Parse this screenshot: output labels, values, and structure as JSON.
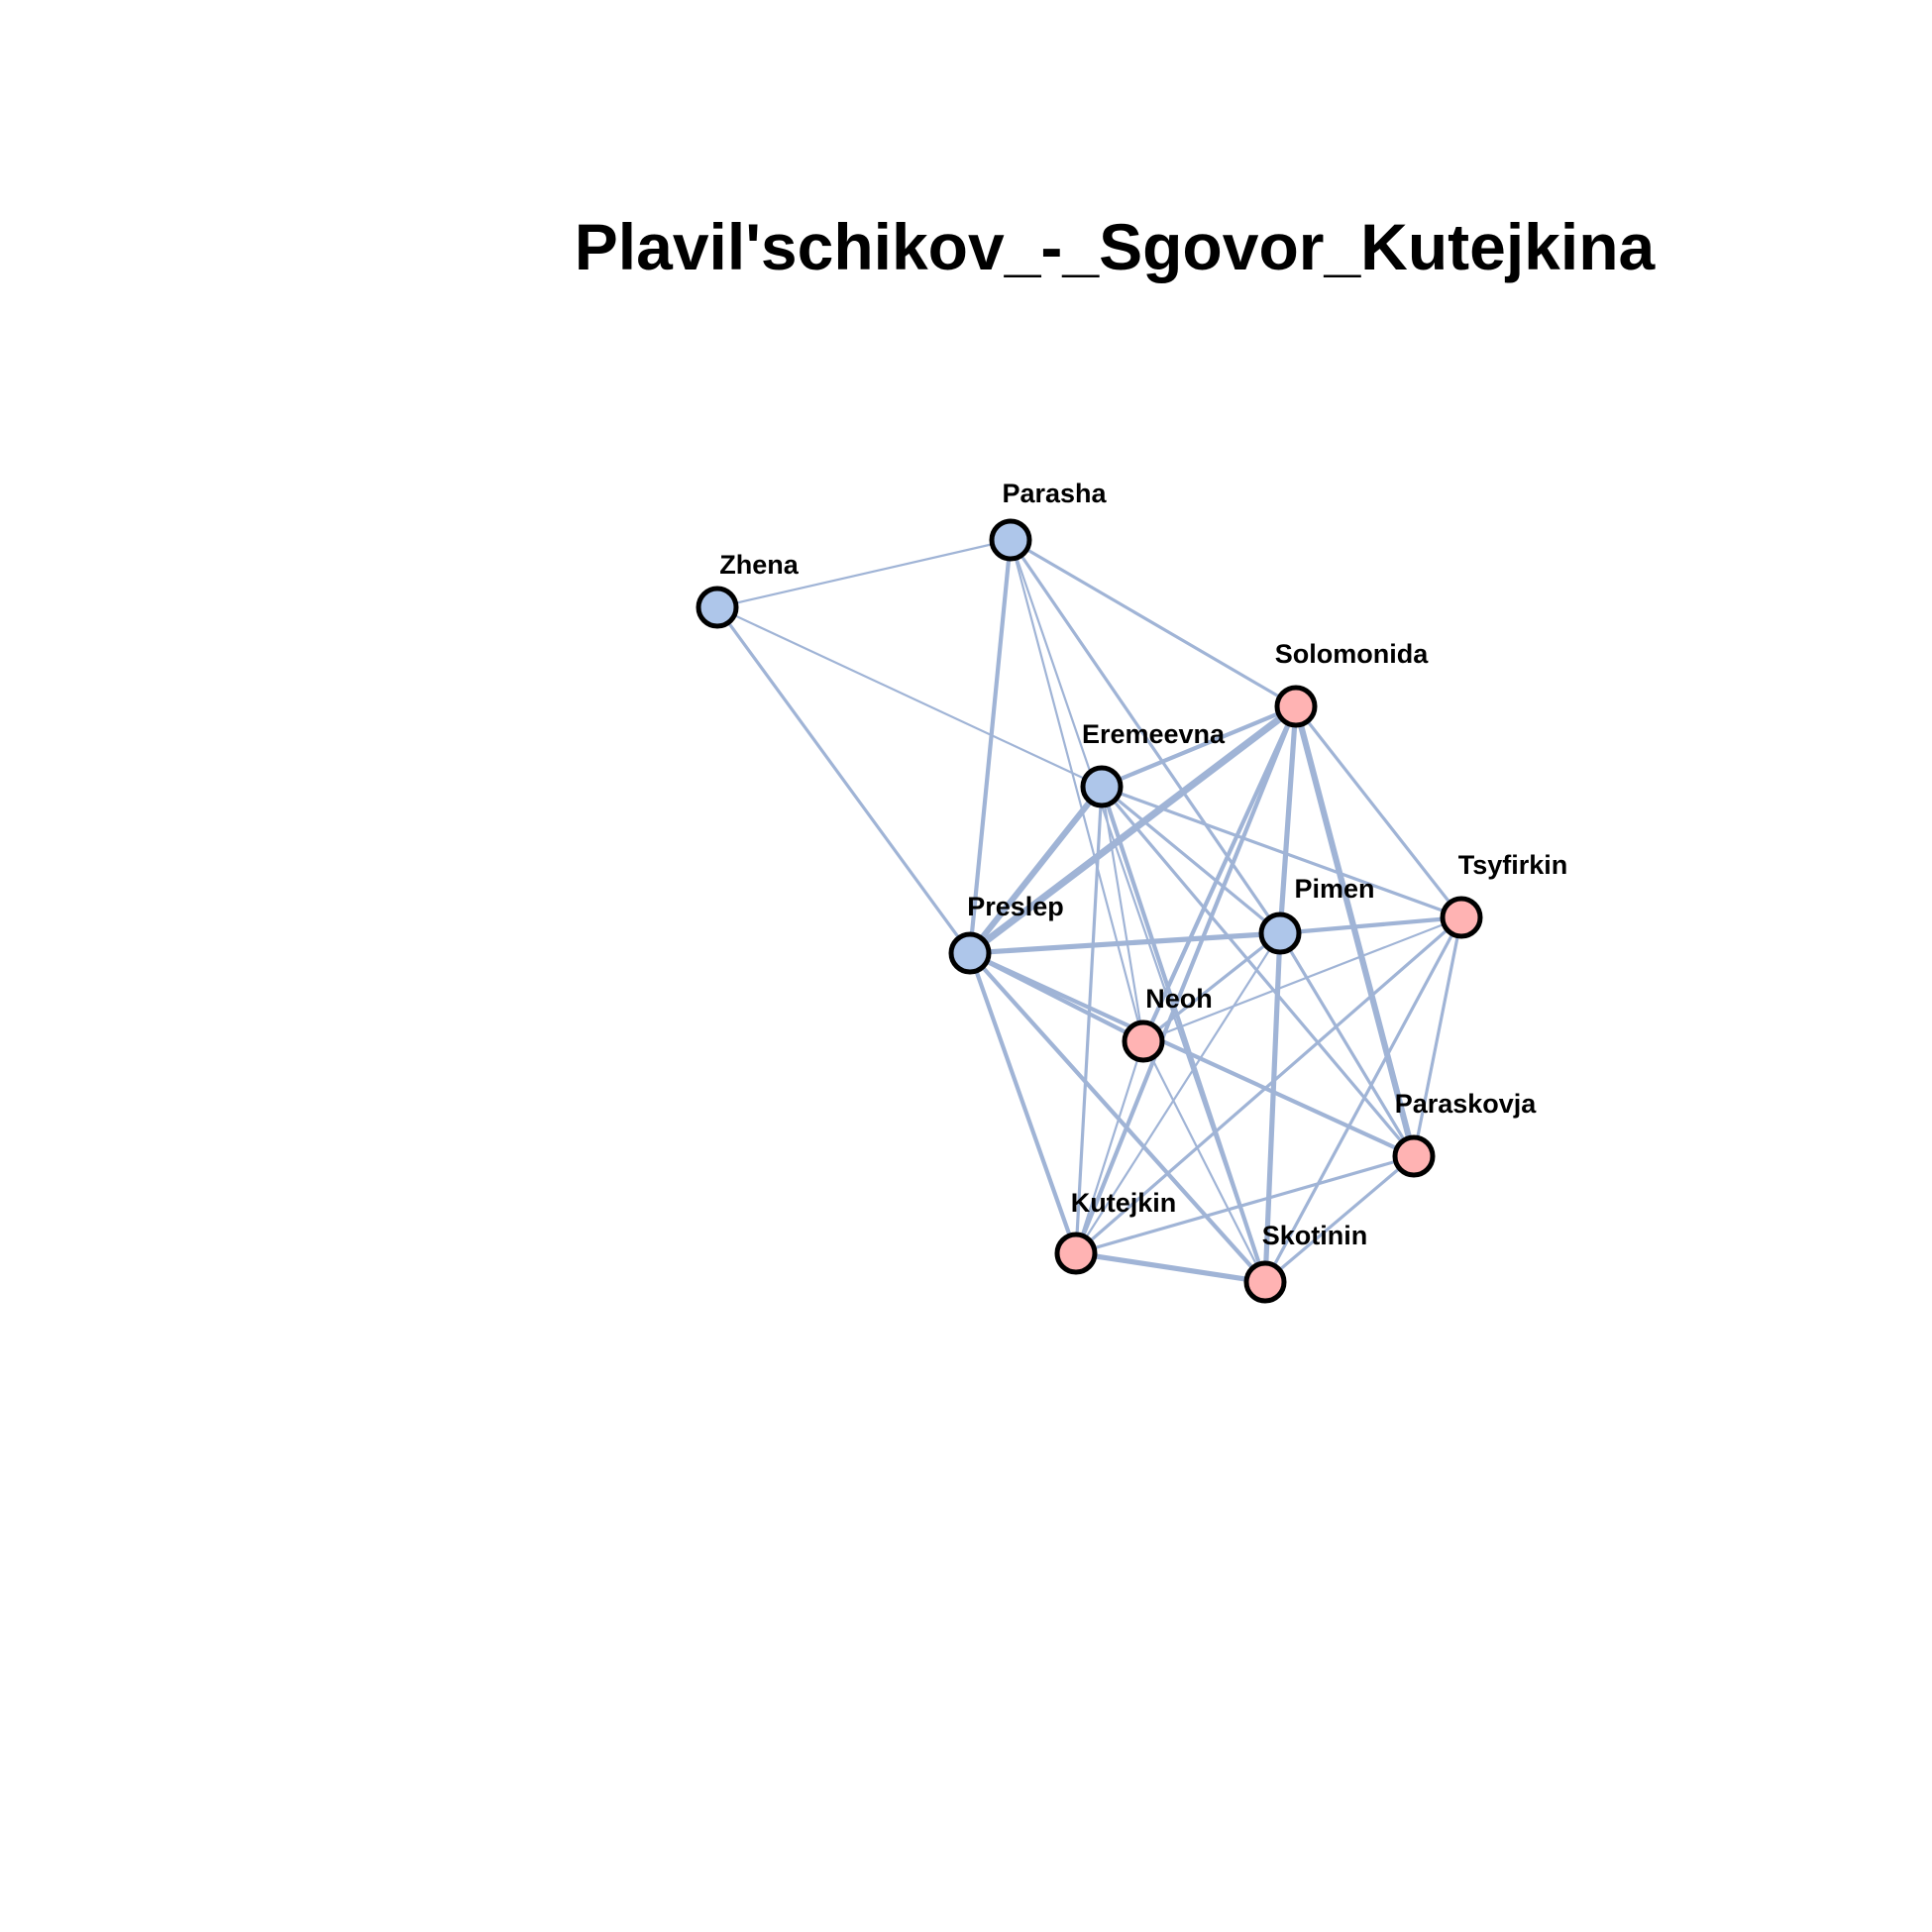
{
  "title": "Plavil'schikov_-_Sgovor_Kutejkina",
  "colors": {
    "edge": "#a0b4d6",
    "group_blue": "#aec6ea",
    "group_pink": "#ffb3b3",
    "node_border": "#000000"
  },
  "nodes": [
    {
      "id": "parasha",
      "label": "Parasha",
      "group": "blue"
    },
    {
      "id": "zhena",
      "label": "Zhena",
      "group": "blue"
    },
    {
      "id": "solomonida",
      "label": "Solomonida",
      "group": "pink"
    },
    {
      "id": "eremeevna",
      "label": "Eremeevna",
      "group": "blue"
    },
    {
      "id": "tsyfirkin",
      "label": "Tsyfirkin",
      "group": "pink"
    },
    {
      "id": "preslep",
      "label": "Preslep",
      "group": "blue"
    },
    {
      "id": "pimen",
      "label": "Pimen",
      "group": "blue"
    },
    {
      "id": "neoh",
      "label": "Neoh",
      "group": "pink"
    },
    {
      "id": "paraskovja",
      "label": "Paraskovja",
      "group": "pink"
    },
    {
      "id": "kutejkin",
      "label": "Kutejkin",
      "group": "pink"
    },
    {
      "id": "skotinin",
      "label": "Skotinin",
      "group": "pink"
    }
  ],
  "edges": [
    {
      "source": "zhena",
      "target": "parasha",
      "weight": 1
    },
    {
      "source": "zhena",
      "target": "eremeevna",
      "weight": 1
    },
    {
      "source": "zhena",
      "target": "preslep",
      "weight": 2
    },
    {
      "source": "parasha",
      "target": "solomonida",
      "weight": 2
    },
    {
      "source": "parasha",
      "target": "preslep",
      "weight": 3
    },
    {
      "source": "parasha",
      "target": "pimen",
      "weight": 2
    },
    {
      "source": "parasha",
      "target": "neoh",
      "weight": 1
    },
    {
      "source": "parasha",
      "target": "skotinin",
      "weight": 1
    },
    {
      "source": "solomonida",
      "target": "eremeevna",
      "weight": 3
    },
    {
      "source": "solomonida",
      "target": "preslep",
      "weight": 6
    },
    {
      "source": "solomonida",
      "target": "pimen",
      "weight": 4
    },
    {
      "source": "solomonida",
      "target": "neoh",
      "weight": 3
    },
    {
      "source": "solomonida",
      "target": "paraskovja",
      "weight": 5
    },
    {
      "source": "solomonida",
      "target": "tsyfirkin",
      "weight": 2
    },
    {
      "source": "solomonida",
      "target": "kutejkin",
      "weight": 3
    },
    {
      "source": "eremeevna",
      "target": "preslep",
      "weight": 5
    },
    {
      "source": "eremeevna",
      "target": "pimen",
      "weight": 2
    },
    {
      "source": "eremeevna",
      "target": "tsyfirkin",
      "weight": 2
    },
    {
      "source": "eremeevna",
      "target": "neoh",
      "weight": 1
    },
    {
      "source": "eremeevna",
      "target": "paraskovja",
      "weight": 2
    },
    {
      "source": "eremeevna",
      "target": "kutejkin",
      "weight": 2
    },
    {
      "source": "eremeevna",
      "target": "skotinin",
      "weight": 3
    },
    {
      "source": "preslep",
      "target": "pimen",
      "weight": 4
    },
    {
      "source": "preslep",
      "target": "neoh",
      "weight": 3
    },
    {
      "source": "preslep",
      "target": "paraskovja",
      "weight": 3
    },
    {
      "source": "preslep",
      "target": "kutejkin",
      "weight": 3
    },
    {
      "source": "preslep",
      "target": "skotinin",
      "weight": 3
    },
    {
      "source": "pimen",
      "target": "tsyfirkin",
      "weight": 3
    },
    {
      "source": "pimen",
      "target": "neoh",
      "weight": 2
    },
    {
      "source": "pimen",
      "target": "paraskovja",
      "weight": 2
    },
    {
      "source": "pimen",
      "target": "kutejkin",
      "weight": 1
    },
    {
      "source": "pimen",
      "target": "skotinin",
      "weight": 4
    },
    {
      "source": "tsyfirkin",
      "target": "neoh",
      "weight": 1
    },
    {
      "source": "tsyfirkin",
      "target": "paraskovja",
      "weight": 2
    },
    {
      "source": "tsyfirkin",
      "target": "kutejkin",
      "weight": 2
    },
    {
      "source": "tsyfirkin",
      "target": "skotinin",
      "weight": 2
    },
    {
      "source": "neoh",
      "target": "kutejkin",
      "weight": 1
    },
    {
      "source": "neoh",
      "target": "skotinin",
      "weight": 1
    },
    {
      "source": "paraskovja",
      "target": "kutejkin",
      "weight": 2
    },
    {
      "source": "paraskovja",
      "target": "skotinin",
      "weight": 2
    },
    {
      "source": "kutejkin",
      "target": "skotinin",
      "weight": 4
    }
  ]
}
